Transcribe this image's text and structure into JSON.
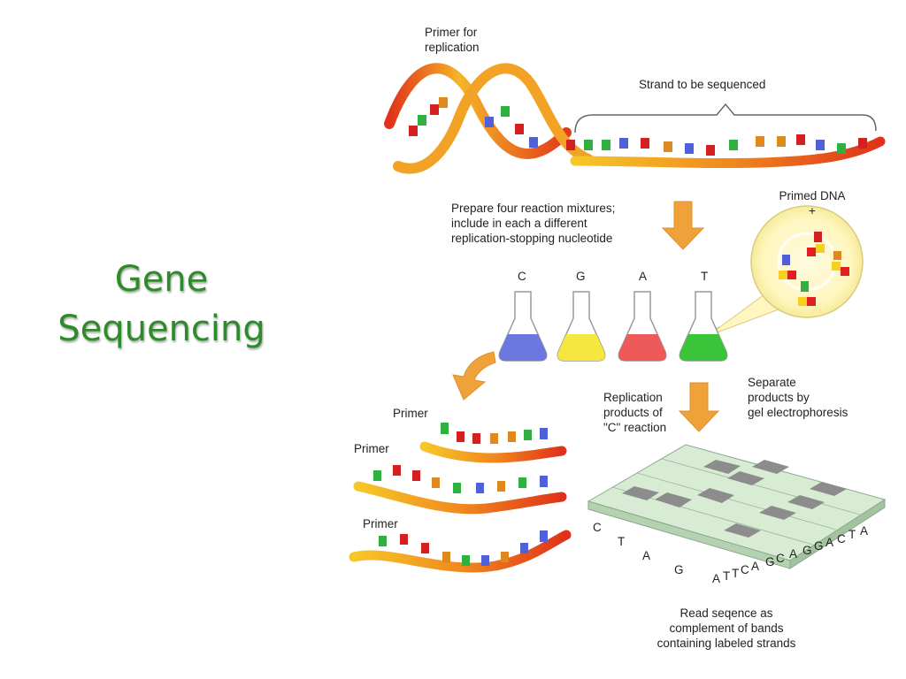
{
  "title": {
    "line1": "Gene",
    "line2": "Sequencing"
  },
  "diagram": {
    "primer_for_replication": [
      "Primer for",
      "replication"
    ],
    "strand_to_be_sequenced": "Strand to be sequenced",
    "prepare_mixtures": [
      "Prepare four reaction mixtures;",
      "include in each a different",
      "replication-stopping nucleotide"
    ],
    "primed_dna": [
      "Primed DNA",
      "+"
    ],
    "flask_labels": [
      "C",
      "G",
      "A",
      "T"
    ],
    "primer_label": "Primer",
    "replication_products": [
      "Replication",
      "products of",
      "\"C\" reaction"
    ],
    "separate_products": [
      "Separate",
      "products by",
      "gel electrophoresis"
    ],
    "gel_lane_labels": [
      "C",
      "T",
      "A",
      "G"
    ],
    "read_sequence_letters": [
      "A",
      "T",
      "T",
      "C",
      "A",
      "G",
      "C",
      "A",
      "G",
      "G",
      "A",
      "C",
      "T",
      "A"
    ],
    "read_sequence_caption": [
      "Read seqence as",
      "complement of bands",
      "containing labeled strands"
    ]
  },
  "colors": {
    "title": "#2e8b2a",
    "helix_orange": "#f07a1a",
    "helix_yellow": "#f5d020",
    "arrow": "#f0a23a",
    "gel": "#d7ecd2"
  }
}
